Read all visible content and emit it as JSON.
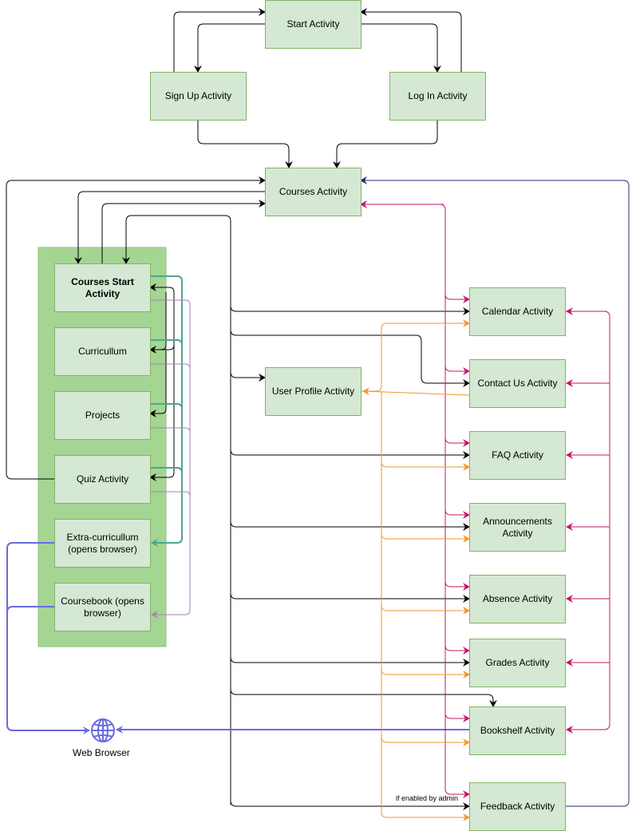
{
  "nodes": {
    "start": "Start Activity",
    "signup": "Sign Up Activity",
    "login": "Log In Activity",
    "courses": "Courses Activity",
    "courses_start": "Courses Start Activity",
    "curriculum": "Curricullum",
    "projects": "Projects",
    "quiz": "Quiz Activity",
    "extra": "Extra-curricullum (opens browser)",
    "coursebook": "Coursebook (opens browser)",
    "user_profile": "User Profile Activity",
    "calendar": "Calendar Activity",
    "contact": "Contact Us Activity",
    "faq": "FAQ Activity",
    "announcements": "Announcements Activity",
    "absence": "Absence Activity",
    "grades": "Grades Activity",
    "bookshelf": "Bookshelf Activity",
    "feedback": "Feedback Activity"
  },
  "web_browser": {
    "label": "Web Browser",
    "icon": "globe-icon"
  },
  "edge_labels": {
    "feedback_condition": "if enabled by admin"
  },
  "colors": {
    "node_fill": "#d5e8d4",
    "node_border": "#82b366",
    "group_fill": "#a4d593",
    "black_edge": "#000000",
    "teal_edge": "#4ea494",
    "purple_edge": "#a680b8",
    "magenta_edge": "#c2176b",
    "orange_edge": "#f0962a",
    "blue_edge": "#6a6ae0",
    "navy_edge": "#1f2d6b"
  }
}
